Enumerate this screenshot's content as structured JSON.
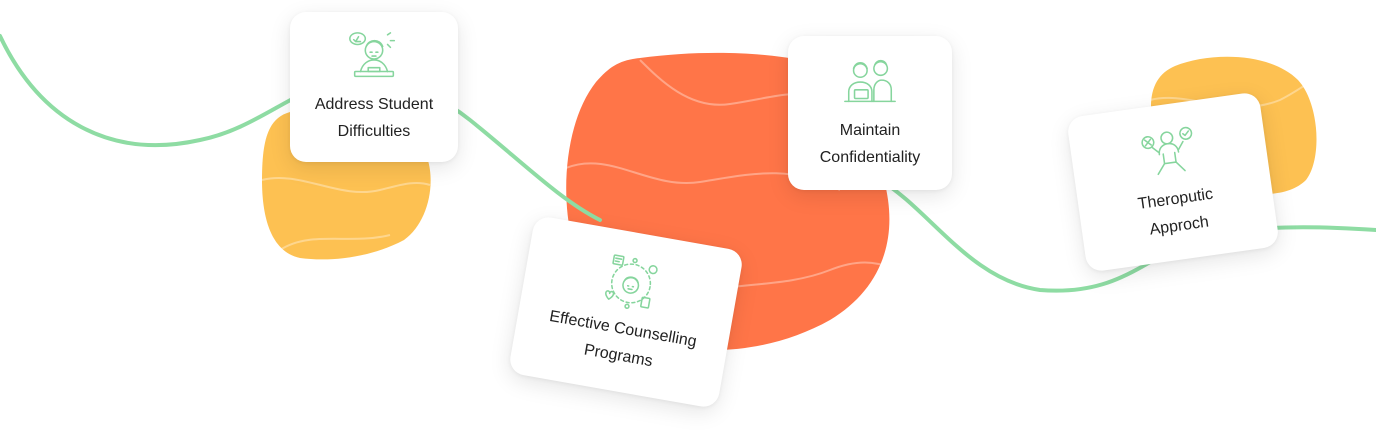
{
  "colors": {
    "line": "#8edca3",
    "orange_blob": "#ff7548",
    "yellow_blob": "#fdc152",
    "icon_stroke": "#86d59d",
    "card_text": "#222222"
  },
  "cards": [
    {
      "label": "Address Student\nDifficulties",
      "icon": "student-thinking-icon"
    },
    {
      "label": "Effective Counselling\nPrograms",
      "icon": "counselling-network-icon"
    },
    {
      "label": "Maintain\nConfidentiality",
      "icon": "two-people-consultation-icon"
    },
    {
      "label": "Theroputic\nApproch",
      "icon": "person-choice-icon"
    }
  ]
}
